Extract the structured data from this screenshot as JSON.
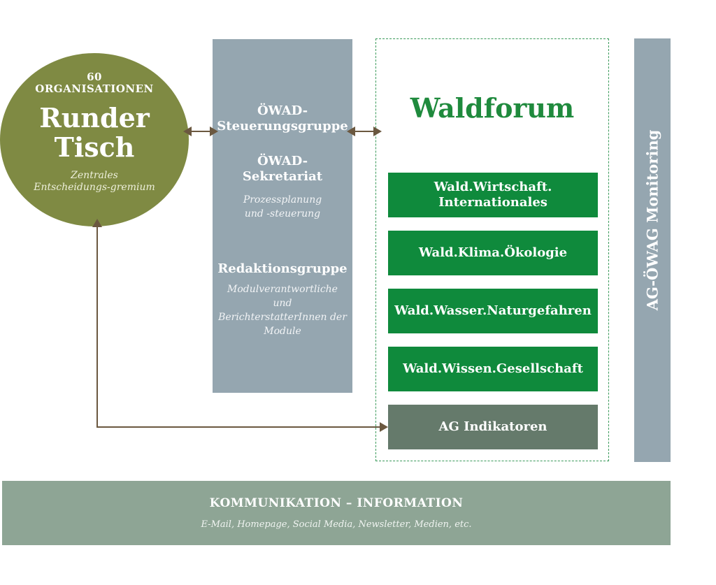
{
  "runder_tisch": {
    "count": "60",
    "count_label": "ORGANISATIONEN",
    "title_line1": "Runder",
    "title_line2": "Tisch",
    "subtitle": "Zentrales Entscheidungs-gremium"
  },
  "oewad": {
    "steuerung_line1": "ÖWAD-",
    "steuerung_line2": "Steuerungsgruppe",
    "sekretariat_line1": "ÖWAD-",
    "sekretariat_line2": "Sekretariat",
    "sekretariat_desc": "Prozessplanung und -steuerung",
    "redaktion": "Redaktionsgruppe",
    "redaktion_desc": "Modulverantwortliche und BerichterstatterInnen der Module"
  },
  "waldforum": {
    "title": "Waldforum",
    "modules": [
      "Wald.Wirtschaft. Internationales",
      "Wald.Klima.Ökologie",
      "Wald.Wasser.Naturgefahren",
      "Wald.Wissen.Gesellschaft",
      "AG Indikatoren"
    ]
  },
  "monitoring": {
    "label": "AG-ÖWAG Monitoring"
  },
  "kommunikation": {
    "title": "KOMMUNIKATION – INFORMATION",
    "subtitle": "E-Mail, Homepage, Social Media, Newsletter, Medien, etc."
  },
  "colors": {
    "circle": "#7f8a43",
    "column": "#95a6b0",
    "module_green": "#0f8a3c",
    "module_grey": "#657a6b",
    "forum_title": "#1f8a3d",
    "bottom_bar": "#8ea595",
    "arrow": "#6b5840"
  }
}
